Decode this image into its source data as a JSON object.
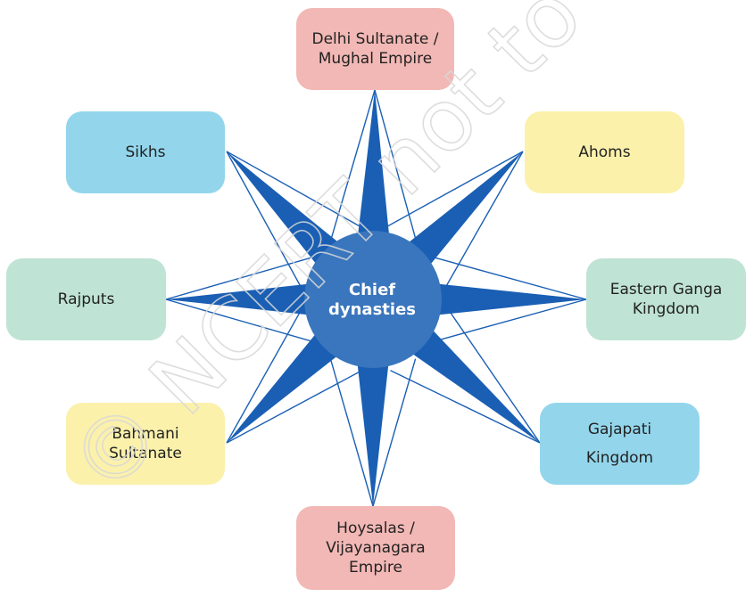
{
  "center": {
    "line1": "Chief",
    "line2": "dynasties"
  },
  "dynasties": {
    "delhi": {
      "line1": "Delhi Sultanate /",
      "line2": "Mughal Empire"
    },
    "sikhs": {
      "line1": "Sikhs"
    },
    "ahoms": {
      "line1": "Ahoms"
    },
    "rajputs": {
      "line1": "Rajputs"
    },
    "eastern": {
      "line1": "Eastern Ganga",
      "line2": "Kingdom"
    },
    "bahmani": {
      "line1": "Bahmani",
      "line2": "Sultanate"
    },
    "gajapati": {
      "line1": "Gajapati",
      "line2": "Kingdom"
    },
    "hoysalas": {
      "line1": "Hoysalas /",
      "line2": "Vijayanagara",
      "line3": "Empire"
    }
  },
  "watermark": "© NCERT not to be republished",
  "colors": {
    "star": "#1a5fb4",
    "circle": "#3a76bd",
    "pink": "#f2b8b5",
    "blue": "#93d6ec",
    "yellow": "#fbf1ab",
    "green": "#bfe3d5"
  }
}
